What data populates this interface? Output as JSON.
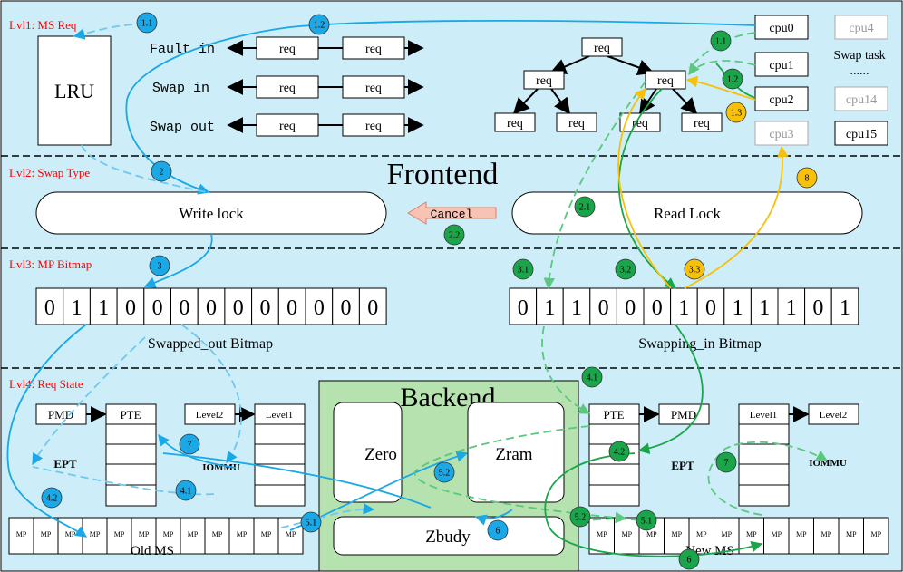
{
  "levels": {
    "lvl1": "Lvl1: MS Req",
    "lvl2": "Lvl2: Swap Type",
    "lvl3": "Lvl3: MP Bitmap",
    "lvl4": "Lvl4: Req State"
  },
  "lru_label": "LRU",
  "queues": [
    {
      "label": "Fault in",
      "items": [
        "req",
        "req"
      ]
    },
    {
      "label": "Swap in",
      "items": [
        "req",
        "req"
      ]
    },
    {
      "label": "Swap out",
      "items": [
        "req",
        "req"
      ]
    }
  ],
  "tree": {
    "root": "req",
    "level1": [
      "req",
      "req"
    ],
    "level2": [
      "req",
      "req",
      "req",
      "req"
    ]
  },
  "cpus": {
    "col1": [
      "cpu0",
      "cpu1",
      "cpu2",
      "cpu3"
    ],
    "col2": [
      "cpu4",
      "cpu14",
      "cpu15"
    ],
    "swap_task": "Swap task",
    "ellipsis": "......"
  },
  "frontend_title": "Frontend",
  "write_lock": "Write lock",
  "read_lock": "Read Lock",
  "cancel": "Cancel",
  "swapped_out_bits": [
    "0",
    "1",
    "1",
    "0",
    "0",
    "0",
    "0",
    "0",
    "0",
    "0",
    "0",
    "0",
    "0"
  ],
  "swapped_out_label": "Swapped_out Bitmap",
  "swapping_in_bits": [
    "0",
    "1",
    "1",
    "0",
    "0",
    "0",
    "1",
    "0",
    "1",
    "1",
    "1",
    "0",
    "1"
  ],
  "swapping_in_label": "Swapping_in Bitmap",
  "backend_title": "Backend",
  "backend_boxes": [
    "Zero",
    "Zram",
    "Zbudy"
  ],
  "left_tables": {
    "pmd": "PMD",
    "pte": "PTE",
    "level2": "Level2",
    "level1": "Level1",
    "ept": "EPT",
    "iommu": "IOMMU"
  },
  "right_tables": {
    "pte": "PTE",
    "pmd": "PMD",
    "level1": "Level1",
    "level2": "Level2",
    "ept": "EPT",
    "iommu": "IOMMU"
  },
  "old_ms_label": "Old MS",
  "new_ms_label": "New MS",
  "mp_cell": "MP",
  "badges": {
    "b1_1": "1.1",
    "b1_2": "1.2",
    "b2": "2",
    "b3": "3",
    "b4_1": "4.1",
    "b4_2": "4.2",
    "b5_1": "5.1",
    "b5_2": "5.2",
    "b6": "6",
    "b7": "7",
    "g1_1": "1.1",
    "g1_2": "1.2",
    "g2_1": "2.1",
    "g2_2": "2.2",
    "g3_1": "3.1",
    "g3_2": "3.2",
    "g4_1": "4.1",
    "g4_2": "4.2",
    "g5_1": "5.1",
    "g5_2": "5.2",
    "g6": "6",
    "g7": "7",
    "y1_3": "1.3",
    "y3_3": "3.3",
    "y8": "8"
  },
  "colors": {
    "panel": "#cdeef8",
    "backend": "#b6e2b0",
    "blue": "#1aa8e6",
    "green": "#1aa54a",
    "orange": "#f7c10a",
    "red": "#ff0000",
    "arrow_bg": "#f7c3b4"
  }
}
